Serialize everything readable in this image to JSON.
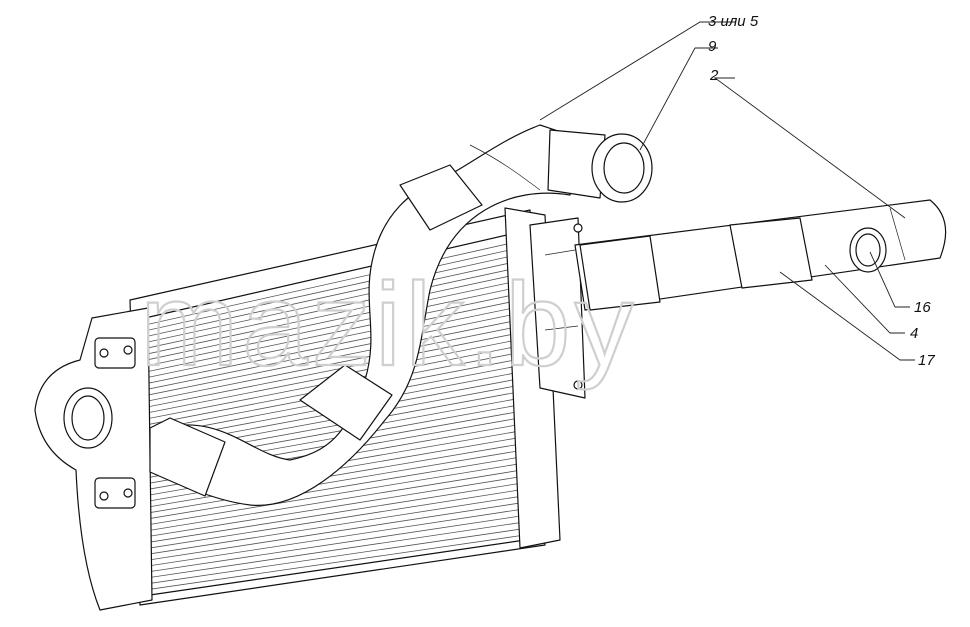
{
  "diagram": {
    "callouts": [
      {
        "id": "c-3-5",
        "label": "3 или 5"
      },
      {
        "id": "c-9",
        "label": "9"
      },
      {
        "id": "c-2",
        "label": "2"
      },
      {
        "id": "c-16",
        "label": "16"
      },
      {
        "id": "c-4",
        "label": "4"
      },
      {
        "id": "c-17",
        "label": "17"
      }
    ],
    "watermark": "mazik.by",
    "colors": {
      "ink": "#111111",
      "watermark": "#cfcfcf",
      "background": "#ffffff"
    }
  }
}
